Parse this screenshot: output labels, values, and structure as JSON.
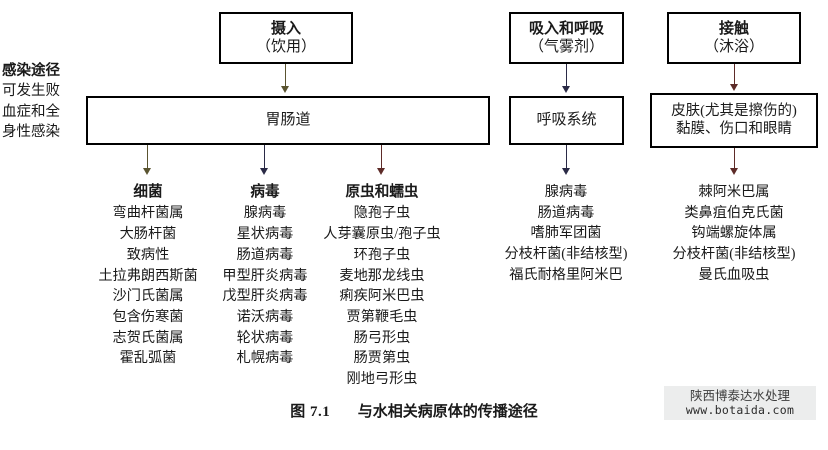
{
  "figure": {
    "caption_number": "图 7.1",
    "caption_title": "与水相关病原体的传播途径"
  },
  "left_label": {
    "title": "感染途径",
    "note_line1": "可发生败",
    "note_line2": "血症和全",
    "note_line3": "身性感染"
  },
  "routes": [
    {
      "id": "ingestion",
      "title": "摄入",
      "subtitle": "（饮用）"
    },
    {
      "id": "inhalation",
      "title": "吸入和呼吸",
      "subtitle": "（气雾剂）"
    },
    {
      "id": "contact",
      "title": "接触",
      "subtitle": "（沐浴）"
    }
  ],
  "targets": [
    {
      "id": "gastrointestinal",
      "line1": "胃肠道",
      "line2": ""
    },
    {
      "id": "respiratory",
      "line1": "呼吸系统",
      "line2": ""
    },
    {
      "id": "skin",
      "line1": "皮肤(尤其是擦伤的)",
      "line2": "黏膜、伤口和眼睛"
    }
  ],
  "columns": [
    {
      "id": "bacteria",
      "header": "细菌",
      "items": [
        "弯曲杆菌属",
        "大肠杆菌",
        "致病性",
        "土拉弗朗西斯菌",
        "沙门氏菌属",
        "包含伤寒菌",
        "志贺氏菌属",
        "霍乱弧菌"
      ]
    },
    {
      "id": "viruses",
      "header": "病毒",
      "items": [
        "腺病毒",
        "星状病毒",
        "肠道病毒",
        "甲型肝炎病毒",
        "戊型肝炎病毒",
        "诺沃病毒",
        "轮状病毒",
        "札幌病毒"
      ]
    },
    {
      "id": "protozoa-helminths",
      "header": "原虫和蠕虫",
      "items": [
        "隐孢子虫",
        "人芽囊原虫/孢子虫",
        "环孢子虫",
        "麦地那龙线虫",
        "痢疾阿米巴虫",
        "贾第鞭毛虫",
        "肠弓形虫",
        "肠贾第虫",
        "刚地弓形虫"
      ]
    },
    {
      "id": "respiratory-pathogens",
      "header": "",
      "items": [
        "腺病毒",
        "肠道病毒",
        "嗜肺军团菌",
        "分枝杆菌(非结核型)",
        "福氏耐格里阿米巴"
      ]
    },
    {
      "id": "contact-pathogens",
      "header": "",
      "items": [
        "棘阿米巴属",
        "类鼻疽伯克氏菌",
        "钩端螺旋体属",
        "分枝杆菌(非结核型)",
        "曼氏血吸虫"
      ]
    }
  ],
  "watermark": {
    "line1": "陕西博泰达水处理",
    "line2": "www.botaida.com"
  },
  "colors": {
    "box_border": "#000000",
    "background": "#ffffff",
    "arrow_olive": "#5a5430",
    "arrow_navy": "#2a2a46",
    "arrow_maroon": "#5d2b28",
    "watermark_bg": "#eceded"
  }
}
